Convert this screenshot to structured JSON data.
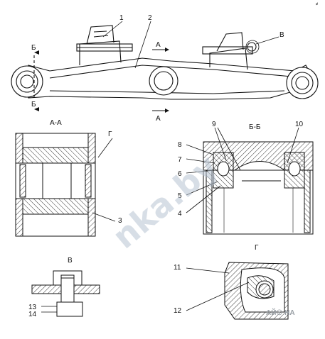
{
  "callouts": {
    "c1": "1",
    "c2": "2",
    "c3": "3",
    "c4": "4",
    "c5": "5",
    "c6": "6",
    "c7": "7",
    "c8": "8",
    "c9": "9",
    "c10": "10",
    "c11": "11",
    "c12": "12",
    "c13": "13",
    "c14": "14",
    "cV": "В",
    "cG": "Г"
  },
  "section_marks": {
    "a_top": "А",
    "a_bottom": "А",
    "b_top": "Б",
    "b_bottom": "Б"
  },
  "view_titles": {
    "aa": "А-А",
    "bb": "Б-Б",
    "v": "В",
    "g": "Г"
  },
  "watermark": {
    "text": "nka.by"
  },
  "logo": {
    "text": "AЙ☉ НА"
  },
  "corner_mark": {
    "text": "⸗"
  }
}
